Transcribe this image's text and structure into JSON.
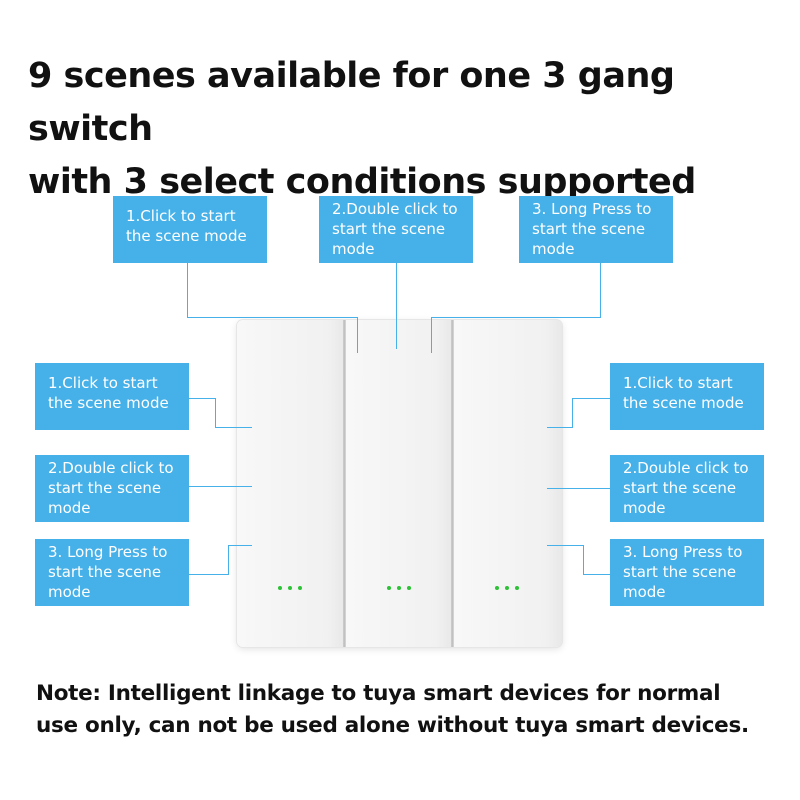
{
  "headline": {
    "line1": "9 scenes available for one 3 gang switch",
    "line2": "with 3 select conditions supported"
  },
  "labels": {
    "top_left": "1.Click to start\nthe scene mode",
    "top_center": "2.Double click to\nstart the scene\nmode",
    "top_right": "3. Long Press to\nstart the scene\nmode",
    "left_1": "1.Click to start\nthe scene mode",
    "left_2": "2.Double click to\nstart the scene\nmode",
    "left_3": "3. Long Press to\nstart the scene\nmode",
    "right_1": "1.Click to start\nthe scene mode",
    "right_2": "2.Double click to\nstart the scene\nmode",
    "right_3": "3. Long Press to\nstart the scene\nmode"
  },
  "note": {
    "line1": "Note:  Intelligent linkage to tuya smart devices for normal",
    "line2": "use only, can not be used alone without tuya smart devices."
  },
  "colors": {
    "label_bg": "#46b0e8",
    "indicator_led": "#2cc236"
  }
}
